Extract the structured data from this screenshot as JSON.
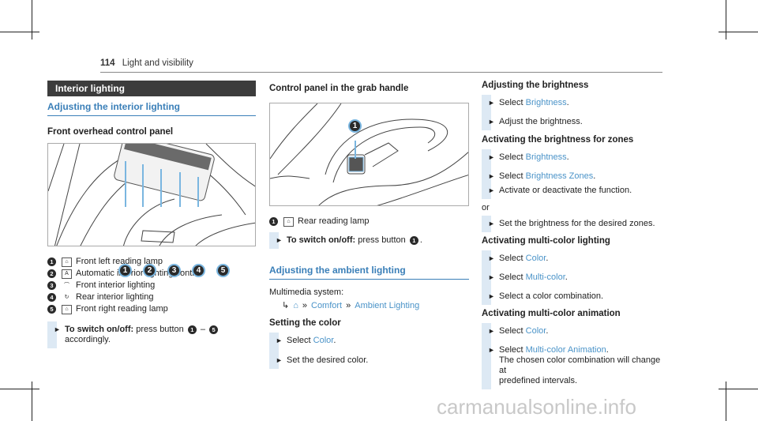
{
  "header": {
    "page_number": "114",
    "title": "Light and visibility"
  },
  "left": {
    "section_title": "Interior lighting",
    "subheading": "Adjusting the interior lighting",
    "figure_heading": "Front overhead control panel",
    "figure_callouts": [
      "1",
      "2",
      "3",
      "4",
      "5"
    ],
    "legend": [
      {
        "num": "1",
        "icon": "reading-lamp-icon",
        "text": "Front left reading lamp"
      },
      {
        "num": "2",
        "icon": "auto-lighting-icon",
        "text": "Automatic interior lighting control"
      },
      {
        "num": "3",
        "icon": "front-interior-light-icon",
        "text": "Front interior lighting"
      },
      {
        "num": "4",
        "icon": "rear-interior-light-icon",
        "text": "Rear interior lighting"
      },
      {
        "num": "5",
        "icon": "reading-lamp-icon",
        "text": "Front right reading lamp"
      }
    ],
    "step": {
      "label": "To switch on/off:",
      "text_before": "press button",
      "btn_from": "1",
      "dash": "–",
      "btn_to": "5",
      "text_after": "accordingly."
    }
  },
  "middle": {
    "figure_heading": "Control panel in the grab handle",
    "figure_callout": "1",
    "legend": {
      "num": "1",
      "icon": "reading-lamp-icon",
      "text": "Rear reading lamp"
    },
    "step": {
      "label": "To switch on/off:",
      "text": "press button",
      "btn": "1",
      "end": "."
    },
    "subheading": "Adjusting the ambient lighting",
    "system_label": "Multimedia system:",
    "path": {
      "comfort": "Comfort",
      "ambient": "Ambient Lighting"
    },
    "setting_heading": "Setting the color",
    "step1": {
      "before": "Select",
      "link": "Color",
      "after": "."
    },
    "step2": "Set the desired color."
  },
  "right": {
    "h1": "Adjusting the brightness",
    "s1": {
      "before": "Select",
      "link": "Brightness",
      "after": "."
    },
    "s2": "Adjust the brightness.",
    "h2": "Activating the brightness for zones",
    "s3": {
      "before": "Select",
      "link": "Brightness",
      "after": "."
    },
    "s4": {
      "before": "Select",
      "link": "Brightness Zones",
      "after": "."
    },
    "s5": "Activate or deactivate the function.",
    "or": "or",
    "s6": "Set the brightness for the desired zones.",
    "h3": "Activating multi-color lighting",
    "s7": {
      "before": "Select",
      "link": "Color",
      "after": "."
    },
    "s8": {
      "before": "Select",
      "link": "Multi-color",
      "after": "."
    },
    "s9": "Select a color combination.",
    "h4": "Activating multi-color animation",
    "s10": {
      "before": "Select",
      "link": "Color",
      "after": "."
    },
    "s11": {
      "before": "Select",
      "link": "Multi-color Animation",
      "after": "."
    },
    "s11_note1": "The chosen color combination will change at",
    "s11_note2": "predefined intervals."
  },
  "watermark": "carmanualsonline.info"
}
